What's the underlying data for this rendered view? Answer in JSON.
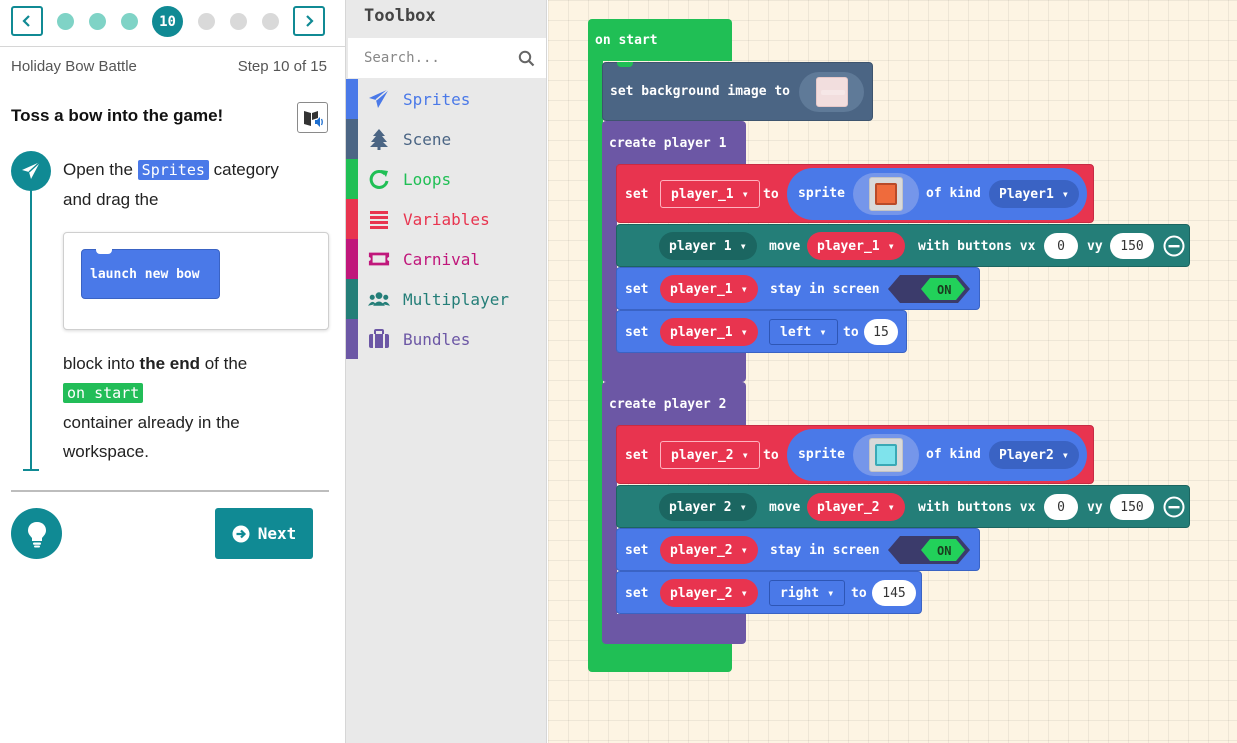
{
  "tutorial": {
    "current_step_badge": "10",
    "title": "Holiday Bow Battle",
    "step_counter": "Step 10 of 15",
    "heading": "Toss a bow into the game!",
    "instruction": {
      "line1_pre": "Open the ",
      "sprites_tag": "Sprites",
      "line1_post": " category",
      "line2": "and drag the",
      "hint_block": "launch new bow",
      "line3_pre": "block into ",
      "line3_bold": "the end",
      "line3_post": " of the",
      "on_start_tag": "on start",
      "line4": "container already in the",
      "line5": "workspace."
    },
    "next_label": "Next"
  },
  "toolbox": {
    "title": "Toolbox",
    "search_placeholder": "Search...",
    "categories": [
      {
        "label": "Sprites",
        "color": "#4a79e8",
        "icon": "paper-plane-icon"
      },
      {
        "label": "Scene",
        "color": "#4b6584",
        "icon": "tree-icon"
      },
      {
        "label": "Loops",
        "color": "#20bf55",
        "icon": "refresh-icon"
      },
      {
        "label": "Variables",
        "color": "#e8344f",
        "icon": "list-icon"
      },
      {
        "label": "Carnival",
        "color": "#c0177b",
        "icon": "ticket-icon"
      },
      {
        "label": "Multiplayer",
        "color": "#247e78",
        "icon": "users-icon"
      },
      {
        "label": "Bundles",
        "color": "#6c57a5",
        "icon": "briefcase-icon"
      }
    ]
  },
  "workspace": {
    "on_start": "on start",
    "set_bg": "set background image to",
    "create_p1": "create player 1",
    "create_p2": "create player 2",
    "set": "set",
    "to": "to",
    "sprite": "sprite",
    "of_kind": "of kind",
    "move": "move",
    "with_buttons_vx": "with buttons vx",
    "vy": "vy",
    "stay_in_screen": "stay in screen",
    "on": "ON",
    "p1": {
      "var": "player_1",
      "kind": "Player1",
      "mp_player": "player 1",
      "vx": "0",
      "vy": "150",
      "side": "left",
      "pos": "15"
    },
    "p2": {
      "var": "player_2",
      "kind": "Player2",
      "mp_player": "player 2",
      "vx": "0",
      "vy": "150",
      "side": "right",
      "pos": "145"
    }
  },
  "colors": {
    "teal": "#108a94",
    "loops": "#20bf55",
    "scene": "#4b6584",
    "bundles": "#6c57a5",
    "variables": "#e8344f",
    "sprites": "#4a79e8",
    "multiplayer": "#247e78"
  }
}
